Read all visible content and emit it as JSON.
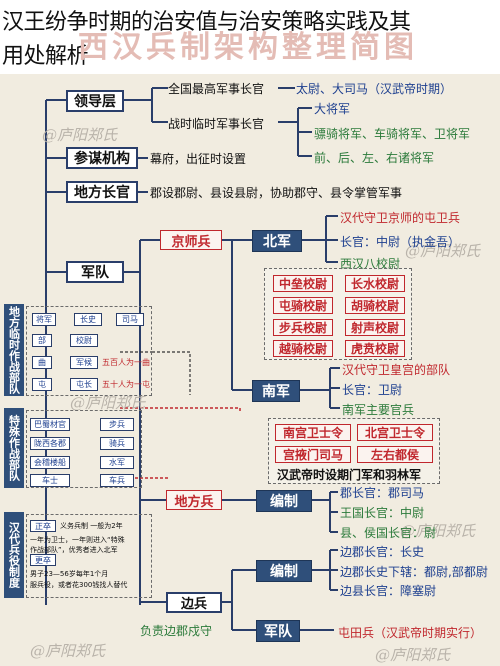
{
  "caption": {
    "line1": "汉王纷争时期的治安值与治安策略实践及其",
    "line2": "用处解析"
  },
  "banner": "西汉兵制架构整理简图",
  "watermark": "@庐阳郑氏",
  "top": {
    "label": "领导层",
    "supreme": "全国最高军事长官",
    "supreme_holders": "太尉、大司马（汉武帝时期）",
    "war": "战时临时军事长官",
    "war_top": "大将军",
    "war_mid": "骠骑将军、车骑将军、卫将军",
    "war_low": "前、后、左、右诸将军"
  },
  "staff": {
    "label": "参谋机构",
    "desc": "幕府，出征时设置"
  },
  "local": {
    "label": "地方长官",
    "desc": "郡设郡尉、县设县尉，协助郡守、县令掌管军事"
  },
  "army": {
    "label": "军队",
    "capital": "京师兵",
    "north": "北军",
    "north_1": "汉代守卫京师的屯卫兵",
    "north_2": "长官：中尉（执金吾）",
    "north_3": "西汉八校尉",
    "schools": [
      "中垒校尉",
      "长水校尉",
      "屯骑校尉",
      "胡骑校尉",
      "步兵校尉",
      "射声校尉",
      "越骑校尉",
      "虎贲校尉"
    ],
    "south": "南军",
    "south_1": "汉代守卫皇宫的部队",
    "south_2": "长官：卫尉",
    "south_3": "南军主要官兵",
    "guards": [
      "南宫卫士令",
      "北宫卫士令",
      "宫掖门司马",
      "左右都侯"
    ],
    "guards_note": "汉武帝时设期门军和羽林军"
  },
  "regional": {
    "label": "地方兵",
    "system": "编制",
    "cmd1": "郡长官：郡司马",
    "cmd2": "王国长官：中尉",
    "cmd3": "县、侯国长官：尉"
  },
  "border": {
    "label": "边兵",
    "system": "编制",
    "cmd1": "边郡长官：长史",
    "cmd2": "边郡长史下辖：都尉,部都尉",
    "cmd3": "边县长官：障塞尉",
    "duty": "负责边郡戍守",
    "army": "军队",
    "farm": "屯田兵（汉武帝时期实行）"
  },
  "left1": {
    "title": "地方临时作战部队",
    "rows": [
      [
        "将军",
        "长史",
        "司马"
      ],
      [
        "部",
        "校尉"
      ],
      [
        "曲",
        "军候"
      ],
      [
        "屯",
        "屯长"
      ]
    ],
    "notes": [
      "五百人为一曲",
      "五十人为一屯"
    ]
  },
  "left2": {
    "title": "特殊作战部队",
    "rows": [
      [
        "巴蜀材官",
        "步兵"
      ],
      [
        "陇西各郡",
        "骑兵"
      ],
      [
        "会稽楼船",
        "水军"
      ],
      [
        "车士",
        "车兵"
      ]
    ]
  },
  "left3": {
    "title": "汉代兵役制度",
    "tags": [
      "正卒",
      "更卒"
    ],
    "lines": [
      "义务兵制  一般为2年",
      "一年为卫士，一年则进入“特殊",
      "作战部队”，优秀者进入北军",
      "男子23—56岁每年1个月",
      "服兵役，或者花300钱找人替代"
    ]
  }
}
